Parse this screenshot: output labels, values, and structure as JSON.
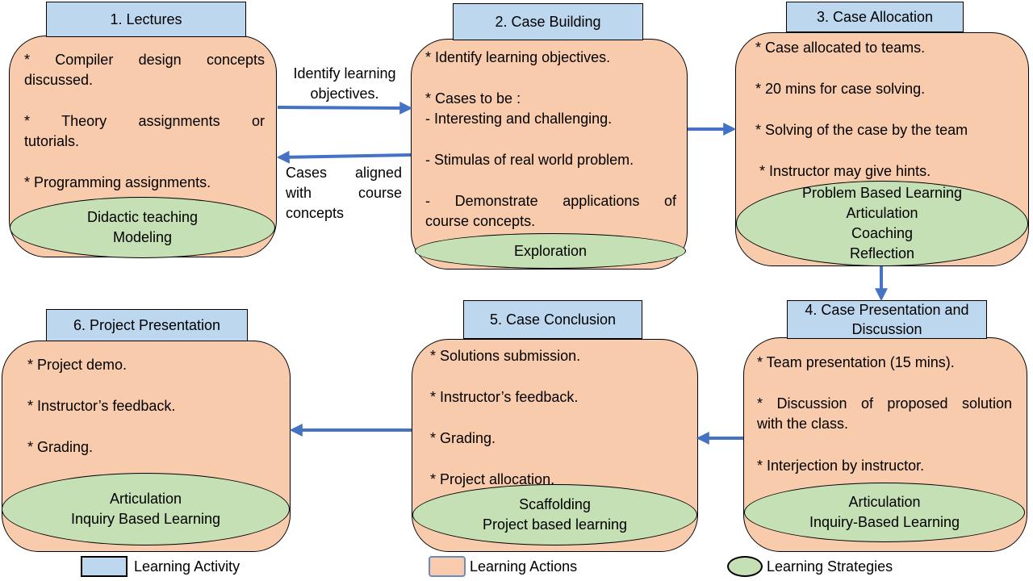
{
  "lectures": {
    "title": "1. Lectures",
    "items": [
      "*  Compiler  design  concepts",
      "discussed.",
      "*    Theory    assignments    or",
      "tutorials.",
      "* Programming assignments."
    ],
    "strategies": [
      "Didactic teaching",
      "Modeling"
    ]
  },
  "case_building": {
    "title": "2. Case Building",
    "items": [
      "* Identify learning objectives.",
      "* Cases to be :",
      " -  Interesting and challenging.",
      "-  Stimulas of real world problem.",
      "-   Demonstrate   applications   of",
      "course concepts."
    ],
    "strategies": [
      "Exploration"
    ]
  },
  "case_allocation": {
    "title": "3. Case Allocation",
    "items": [
      "* Case allocated to teams.",
      "* 20 mins for case solving.",
      "* Solving of the case by the team",
      "* Instructor may give hints."
    ],
    "strategies": [
      "Problem Based Learning",
      "Articulation",
      "Coaching",
      "Reflection"
    ]
  },
  "case_presentation": {
    "title_lines": [
      "4. Case Presentation and",
      "Discussion"
    ],
    "items": [
      "* Team presentation (15 mins).",
      "*  Discussion  of  proposed  solution",
      "with the class.",
      "* Interjection by instructor."
    ],
    "strategies": [
      "Articulation",
      "Inquiry-Based Learning"
    ]
  },
  "case_conclusion": {
    "title": "5. Case Conclusion",
    "items": [
      "*   Solutions submission.",
      "*   Instructor’s feedback.",
      "*   Grading.",
      "*   Project allocation."
    ],
    "strategies": [
      "Scaffolding",
      "Project based learning"
    ]
  },
  "project_presentation": {
    "title": "6. Project Presentation",
    "items": [
      "* Project demo.",
      "* Instructor’s feedback.",
      "* Grading."
    ],
    "strategies": [
      "Articulation",
      "Inquiry Based Learning"
    ]
  },
  "edge_labels": {
    "forward": [
      "Identify learning",
      "objectives."
    ],
    "backward": [
      "Cases      aligned",
      "with          course",
      "concepts"
    ]
  },
  "legend": {
    "activity": "Learning Activity",
    "actions": "Learning Actions",
    "strategies": "Learning Strategies"
  },
  "colors": {
    "activity_fill": "#bdd7ee",
    "actions_fill": "#f8cbad",
    "strategies_fill": "#c5e0b4",
    "arrow": "#4472c4"
  }
}
